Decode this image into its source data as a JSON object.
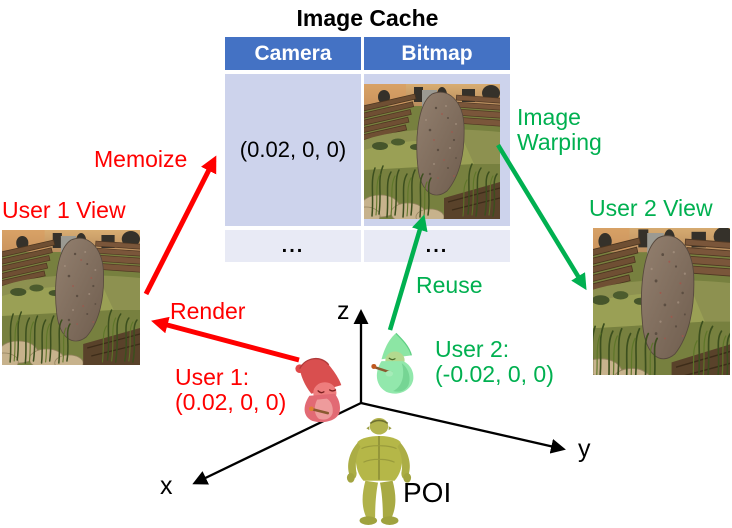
{
  "figure": {
    "title": "Image Cache",
    "cache": {
      "columns": [
        "Camera",
        "Bitmap"
      ],
      "row1": {
        "camera": "(0.02, 0, 0)",
        "bitmap_image": "cached-rock-scene-bitmap"
      },
      "row2": {
        "camera": "...",
        "bitmap": "..."
      }
    },
    "arrows": {
      "memoize": "Memoize",
      "render": "Render",
      "reuse": "Reuse",
      "image_warping_line1": "Image",
      "image_warping_line2": "Warping"
    },
    "user1": {
      "view_label": "User 1 View",
      "name": "User 1:",
      "coords": "(0.02, 0, 0)",
      "color": "#FF0000",
      "avatar": "red-gnome-avatar"
    },
    "user2": {
      "view_label": "User 2 View",
      "name": "User 2:",
      "coords": "(-0.02, 0, 0)",
      "color": "#00B050",
      "avatar": "green-gnome-avatar"
    },
    "poi": {
      "label": "POI",
      "model": "ogre-character-model"
    },
    "axes": {
      "x": "x",
      "y": "y",
      "z": "z"
    },
    "colors": {
      "header_bg": "#4472C4",
      "header_text": "#FFFFFF",
      "cache_row1_bg": "#CDD3EC",
      "cache_row2_bg": "#E8EAF5",
      "red_accent": "#FF0000",
      "green_accent": "#00B050"
    },
    "images": {
      "user1_view": "game-scene-rock-thumbnail",
      "cache_bitmap": "game-scene-rock-thumbnail",
      "user2_view": "game-scene-rock-thumbnail"
    }
  }
}
